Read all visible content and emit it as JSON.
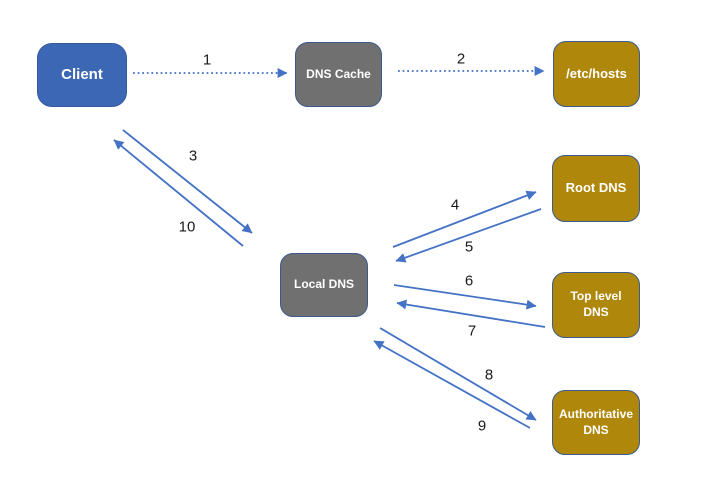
{
  "diagram": {
    "type": "dns-resolution-flow-diagram",
    "background": "#ffffff",
    "colors": {
      "client_fill": "#3c67b5",
      "cache_fill": "#707070",
      "server_fill": "#ae870b",
      "node_text": "#ffffff",
      "node_border": "#3c5a8c",
      "arrow": "#4472c4",
      "edge_label_text": "#1a1a1a"
    },
    "nodes": {
      "client": {
        "label": "Client"
      },
      "dns_cache": {
        "label": "DNS Cache"
      },
      "etc_hosts": {
        "label": "/etc/hosts"
      },
      "root_dns": {
        "label": "Root DNS"
      },
      "local_dns": {
        "label": "Local DNS"
      },
      "top_level_dns": {
        "label": "Top level DNS"
      },
      "authoritative_dns": {
        "label": "Authoritative DNS"
      }
    },
    "edges": {
      "e1": {
        "label": "1",
        "from": "client",
        "to": "dns_cache",
        "style": "dotted"
      },
      "e2": {
        "label": "2",
        "from": "dns_cache",
        "to": "etc_hosts",
        "style": "dotted"
      },
      "e3": {
        "label": "3",
        "from": "client",
        "to": "local_dns",
        "style": "solid"
      },
      "e4": {
        "label": "4",
        "from": "local_dns",
        "to": "root_dns",
        "style": "solid"
      },
      "e5": {
        "label": "5",
        "from": "root_dns",
        "to": "local_dns",
        "style": "solid"
      },
      "e6": {
        "label": "6",
        "from": "local_dns",
        "to": "top_level_dns",
        "style": "solid"
      },
      "e7": {
        "label": "7",
        "from": "top_level_dns",
        "to": "local_dns",
        "style": "solid"
      },
      "e8": {
        "label": "8",
        "from": "local_dns",
        "to": "authoritative_dns",
        "style": "solid"
      },
      "e9": {
        "label": "9",
        "from": "authoritative_dns",
        "to": "local_dns",
        "style": "solid"
      },
      "e10": {
        "label": "10",
        "from": "local_dns",
        "to": "client",
        "style": "solid"
      }
    }
  }
}
